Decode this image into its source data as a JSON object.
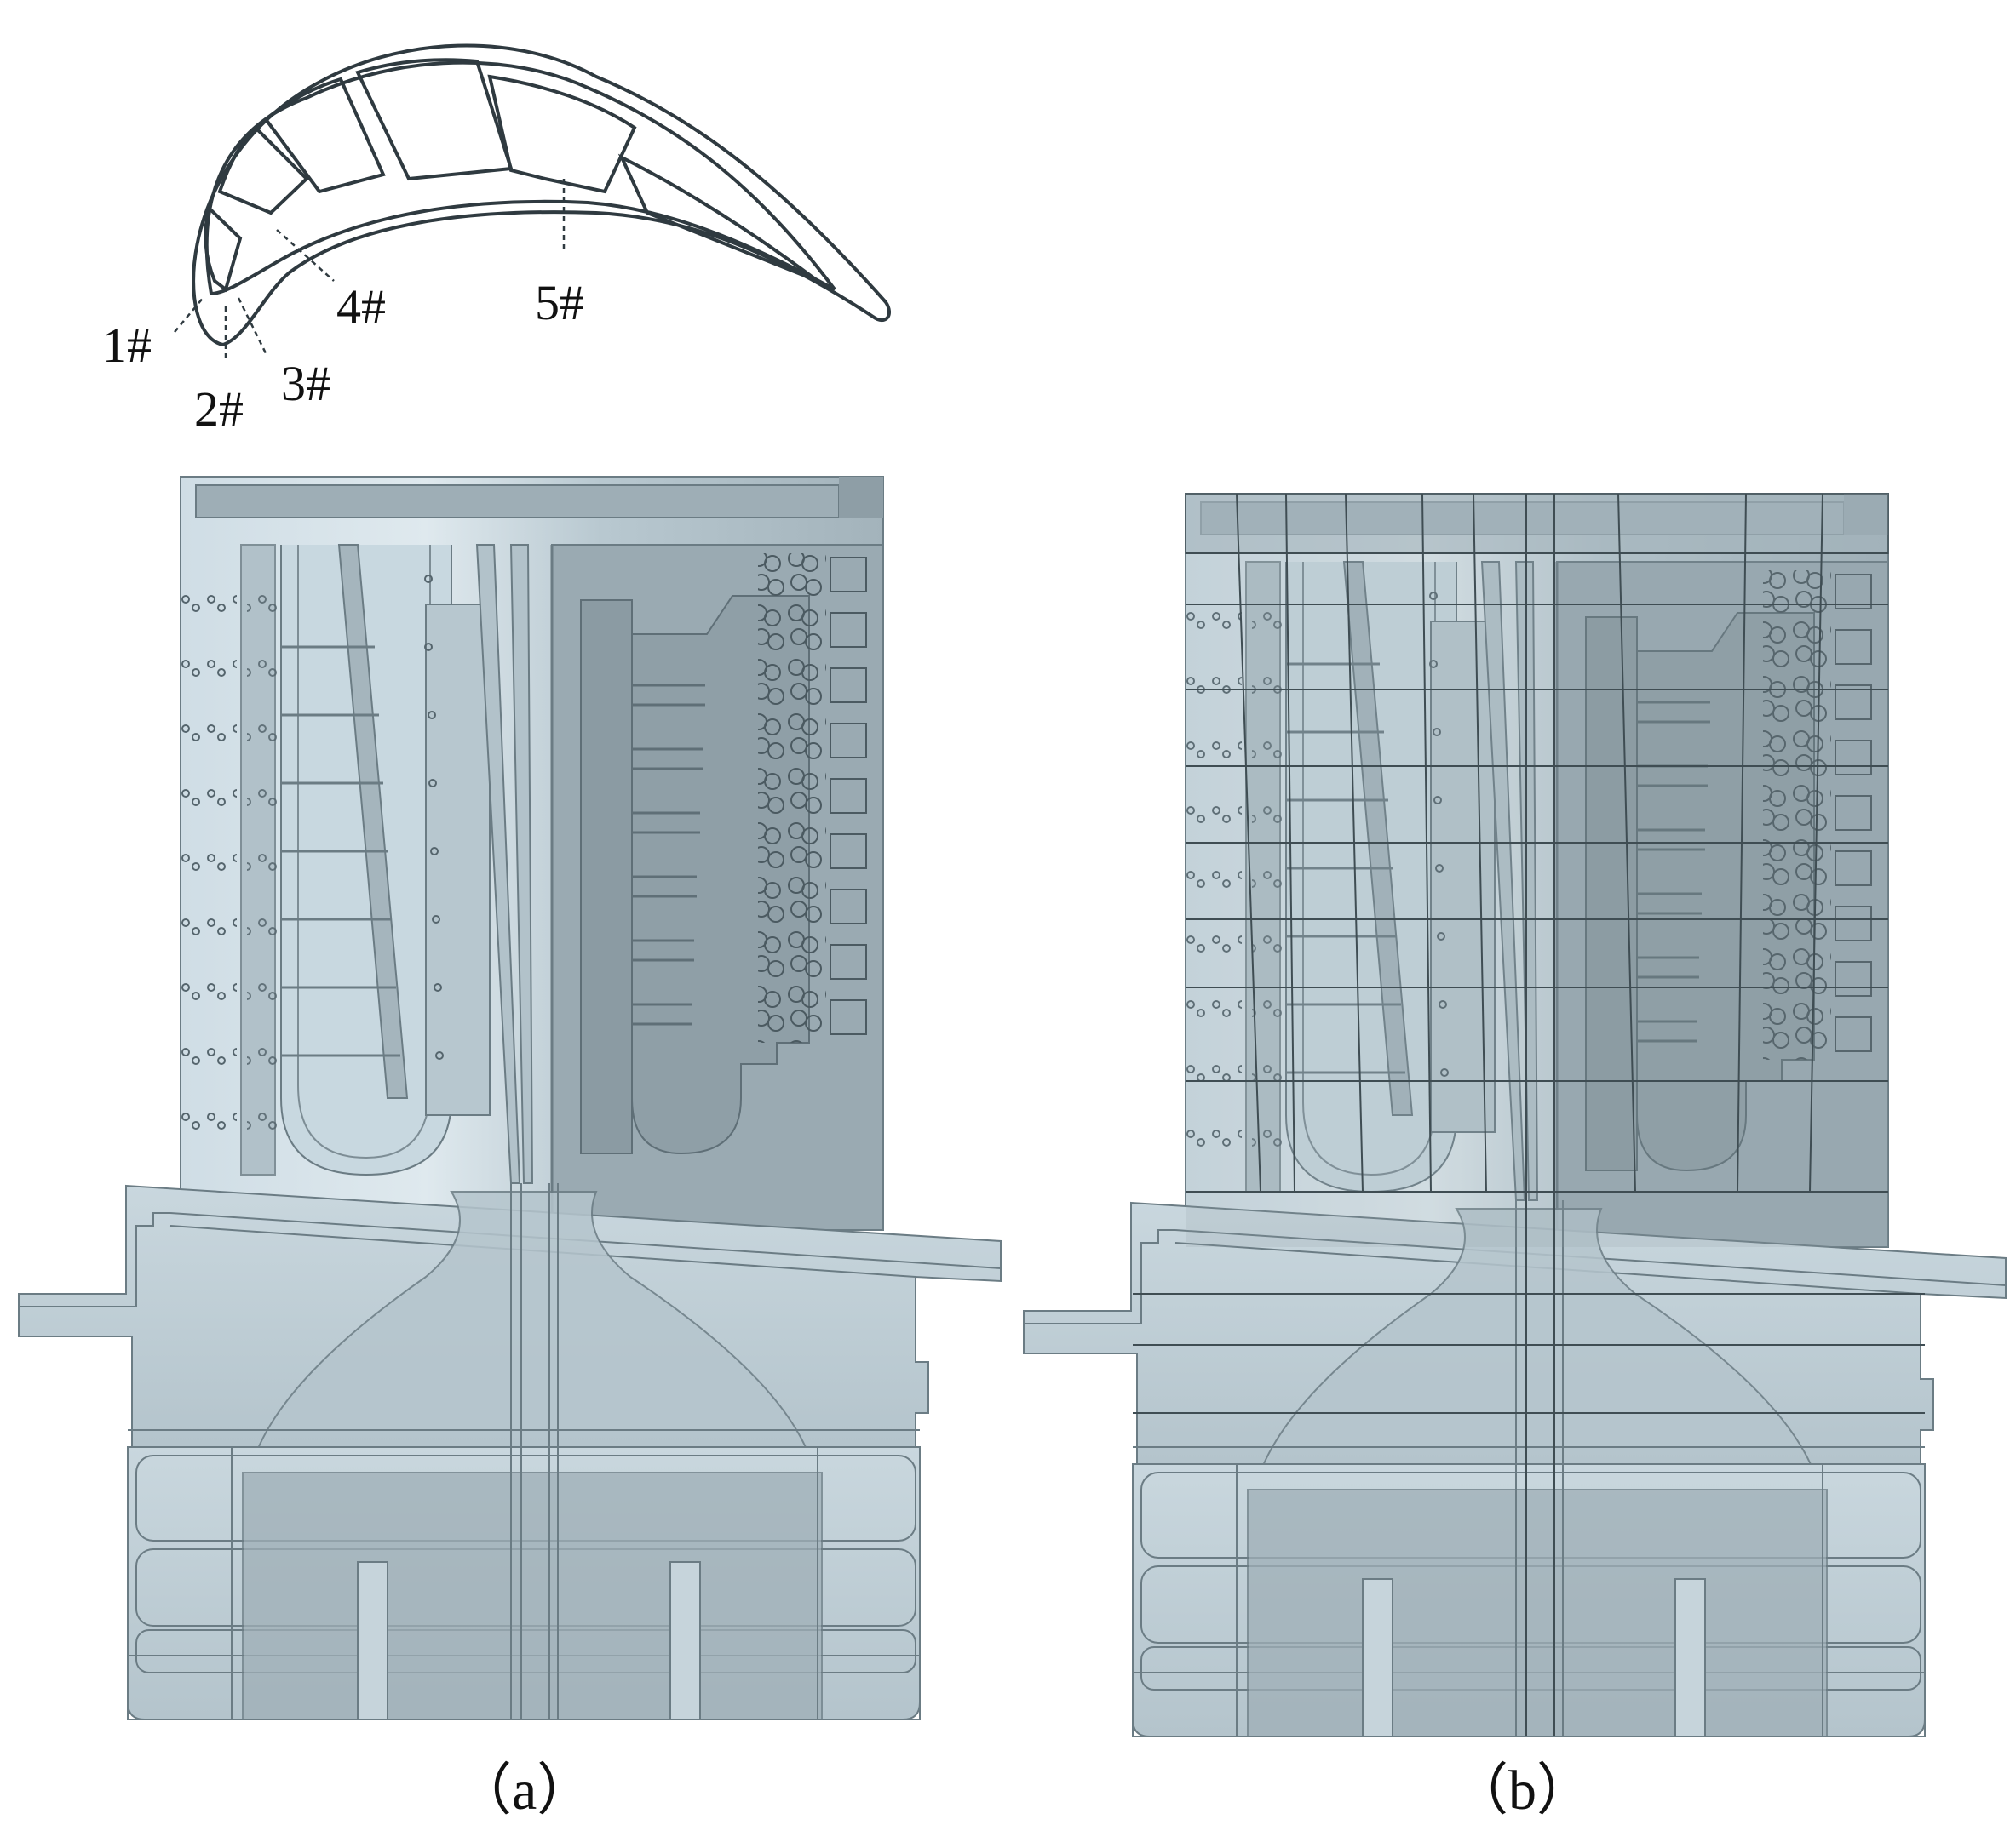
{
  "airfoil": {
    "labels": [
      "1#",
      "2#",
      "3#",
      "4#",
      "5#"
    ]
  },
  "captions": {
    "left": "（a）",
    "right": "（b）"
  },
  "colors": {
    "line": "#2f3a40",
    "blade_light": "#d6e3ea",
    "blade_mid": "#b9c9d1",
    "blade_dark": "#98a9b1",
    "cavity": "#8e9ea6"
  }
}
